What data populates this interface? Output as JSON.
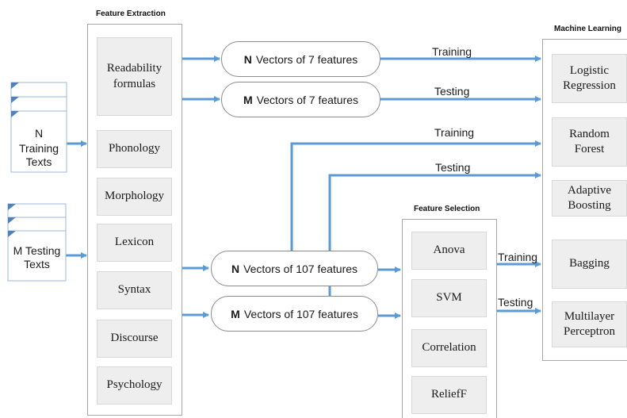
{
  "inputs": {
    "training_texts": {
      "count": "N",
      "label": "Training\nTexts"
    },
    "testing_texts": {
      "label": "M Testing\nTexts"
    }
  },
  "feature_extraction": {
    "title": "Feature Extraction",
    "items": [
      "Readability\nformulas",
      "Phonology",
      "Morphology",
      "Lexicon",
      "Syntax",
      "Discourse",
      "Psychology"
    ]
  },
  "vectors": [
    {
      "prefix": "N",
      "text": "Vectors of 7 features"
    },
    {
      "prefix": "M",
      "text": "Vectors of 7 features"
    },
    {
      "prefix": "N",
      "text": "Vectors of 107 features"
    },
    {
      "prefix": "M",
      "text": "Vectors of 107 features"
    }
  ],
  "flow_labels": [
    "Training",
    "Testing",
    "Training",
    "Testing",
    "Training",
    "Testing"
  ],
  "feature_selection": {
    "title": "Feature Selection",
    "items": [
      "Anova",
      "SVM",
      "Correlation",
      "ReliefF"
    ]
  },
  "machine_learning": {
    "title": "Machine Learning",
    "items": [
      "Logistic\nRegression",
      "Random\nForest",
      "Adaptive\nBoosting",
      "Bagging",
      "Multilayer\nPerceptron"
    ]
  },
  "colors": {
    "arrow": "#5b9bd5",
    "box_fill": "#eeeeee",
    "panel_border": "#a8a8a8",
    "doc_fold": "#4f81bd"
  }
}
